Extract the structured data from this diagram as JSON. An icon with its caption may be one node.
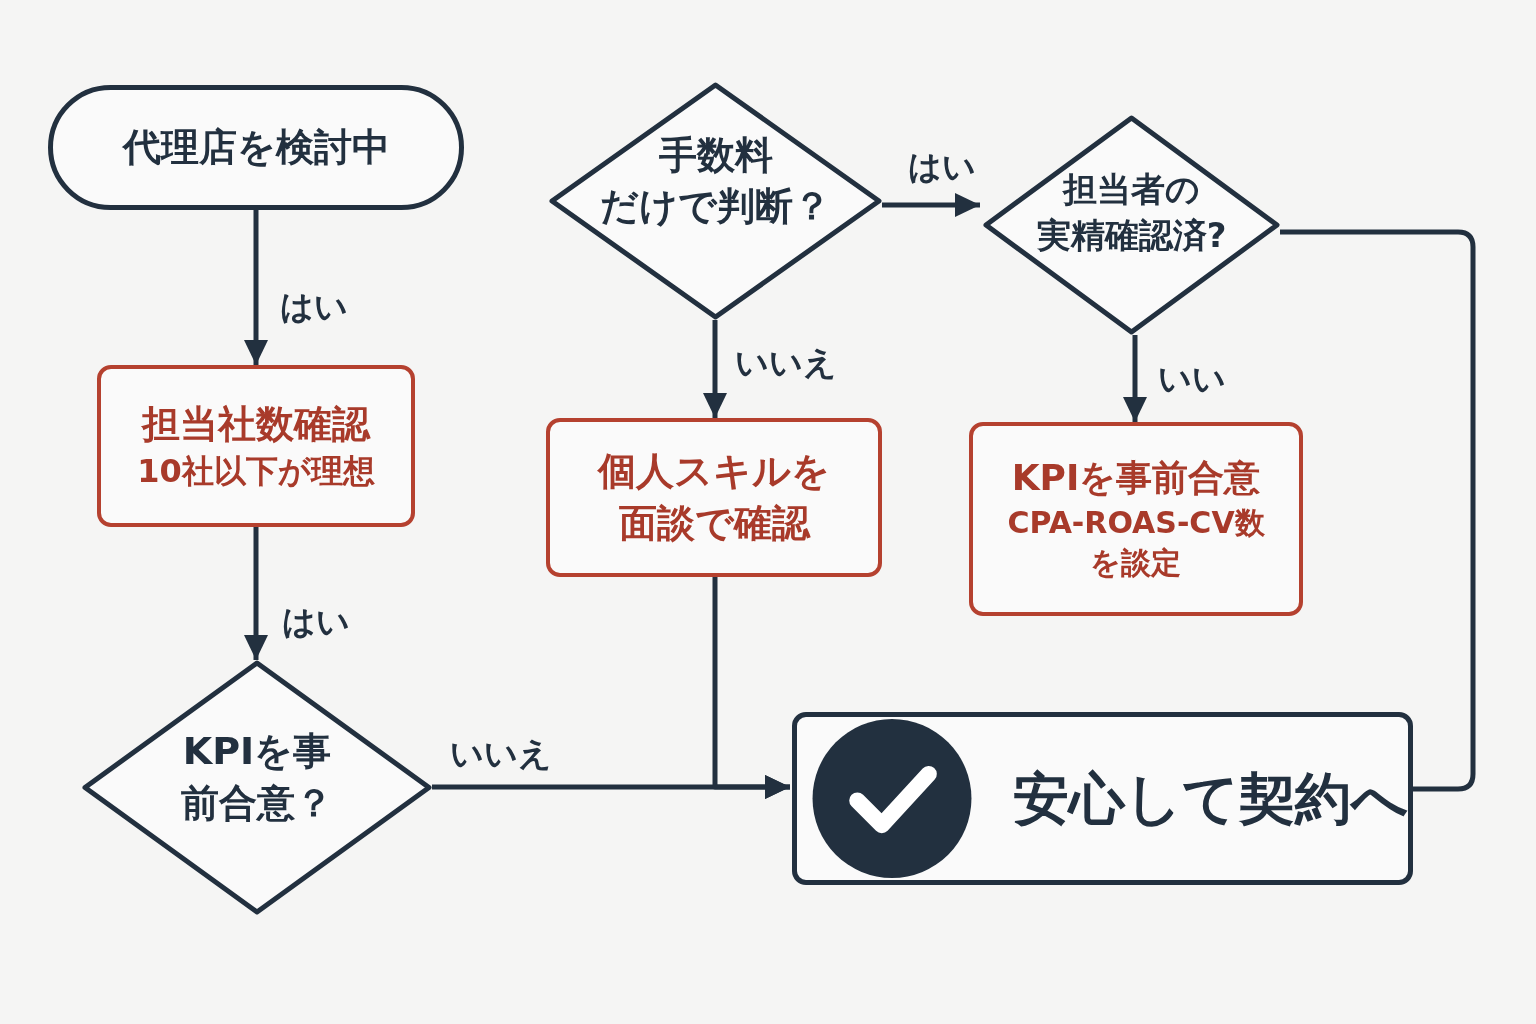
{
  "diagram": {
    "nodes": [
      {
        "text": [
          "代理店を検討中"
        ]
      },
      {
        "text": [
          "担当社数確認",
          "10社以下が理想"
        ]
      },
      {
        "text": [
          "KPIを事前合意？"
        ]
      },
      {
        "text": [
          "手数料だけで判断？"
        ]
      },
      {
        "text": [
          "個人スキルを面談で確認"
        ]
      },
      {
        "text": [
          "担当者の実精確認済?"
        ]
      },
      {
        "text": [
          "KPIを事前合意",
          "CPA-ROAS-CV数を談定"
        ]
      },
      {
        "text": [
          "安心して契約へ"
        ]
      }
    ],
    "edges": [
      {
        "from": 0,
        "to": 1,
        "arrow": "to",
        "label": "はい"
      },
      {
        "from": 1,
        "to": 2,
        "arrow": "to",
        "label": "はい"
      },
      {
        "from": 2,
        "to": 7,
        "arrow": "to",
        "label": "いいえ"
      },
      {
        "from": 3,
        "to": 5,
        "arrow": "to",
        "label": "はい"
      },
      {
        "from": 3,
        "to": 4,
        "arrow": "to",
        "label": "いいえ"
      },
      {
        "from": 5,
        "to": 6,
        "arrow": "to",
        "label": "いい"
      },
      {
        "from": 4,
        "to": 7,
        "arrow": "to"
      },
      {
        "from": 5,
        "to": 7,
        "arrow": "none"
      }
    ]
  }
}
